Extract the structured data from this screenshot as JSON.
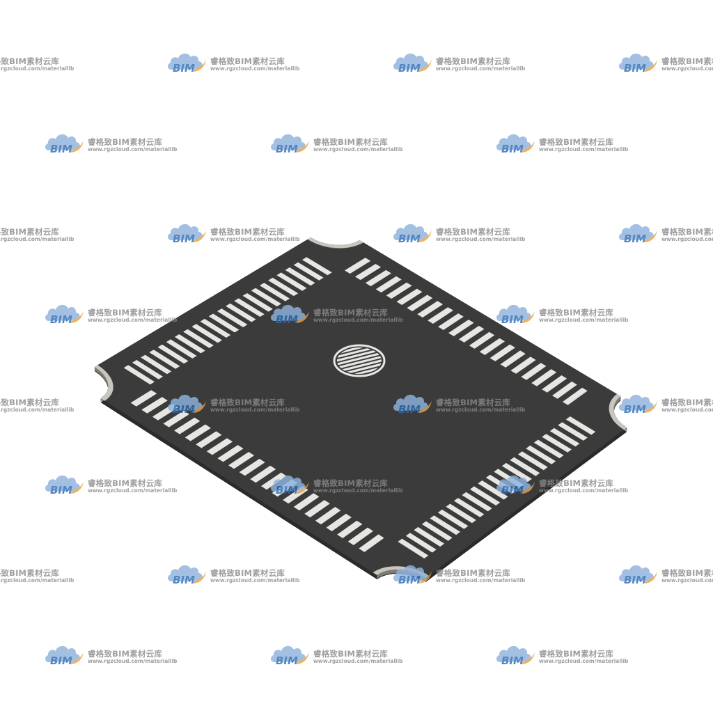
{
  "watermark": {
    "logo_text": "BIM",
    "title": "睿格致BIM素材云库",
    "url": "www.rgzcloud.com/materiallib",
    "logo_icon": "cloud-icon",
    "colors": {
      "cloud": "#8fb3dc",
      "logo_text": "#2f6db5",
      "swoosh": "#f0a13a",
      "text": "#8a8a8a"
    }
  },
  "scene": {
    "object": "road intersection",
    "crosswalks": 4,
    "stripes_per_crosswalk": 22,
    "center_feature": "manhole-cover",
    "manhole_stripes": 8,
    "colors": {
      "asphalt": "#3a3b3a",
      "asphalt_edge": "#2a2b2a",
      "curb": "#c8c6bf",
      "curb_shadow": "#7d7b74",
      "stripe": "#e6e6e2",
      "background": "#ffffff"
    }
  }
}
